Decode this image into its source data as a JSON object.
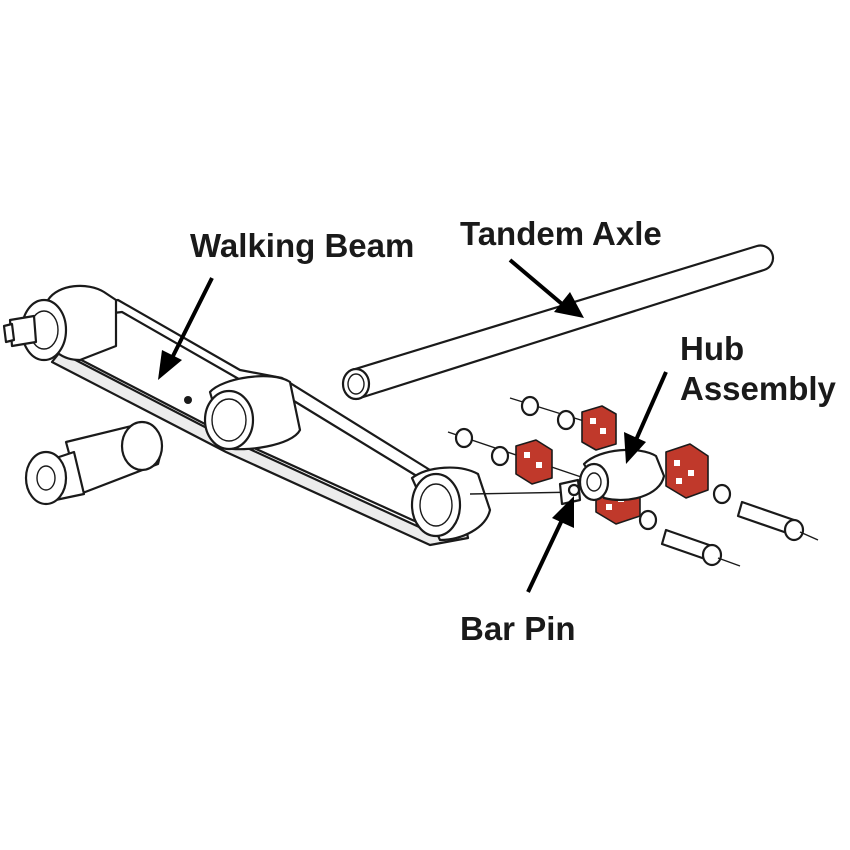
{
  "labels": {
    "walking_beam": "Walking Beam",
    "tandem_axle": "Tandem Axle",
    "hub_line1": "Hub",
    "hub_line2": "Assembly",
    "bar_pin": "Bar Pin"
  },
  "colors": {
    "line": "#1a1a1a",
    "bushing": "#c0392b",
    "background": "#ffffff"
  }
}
